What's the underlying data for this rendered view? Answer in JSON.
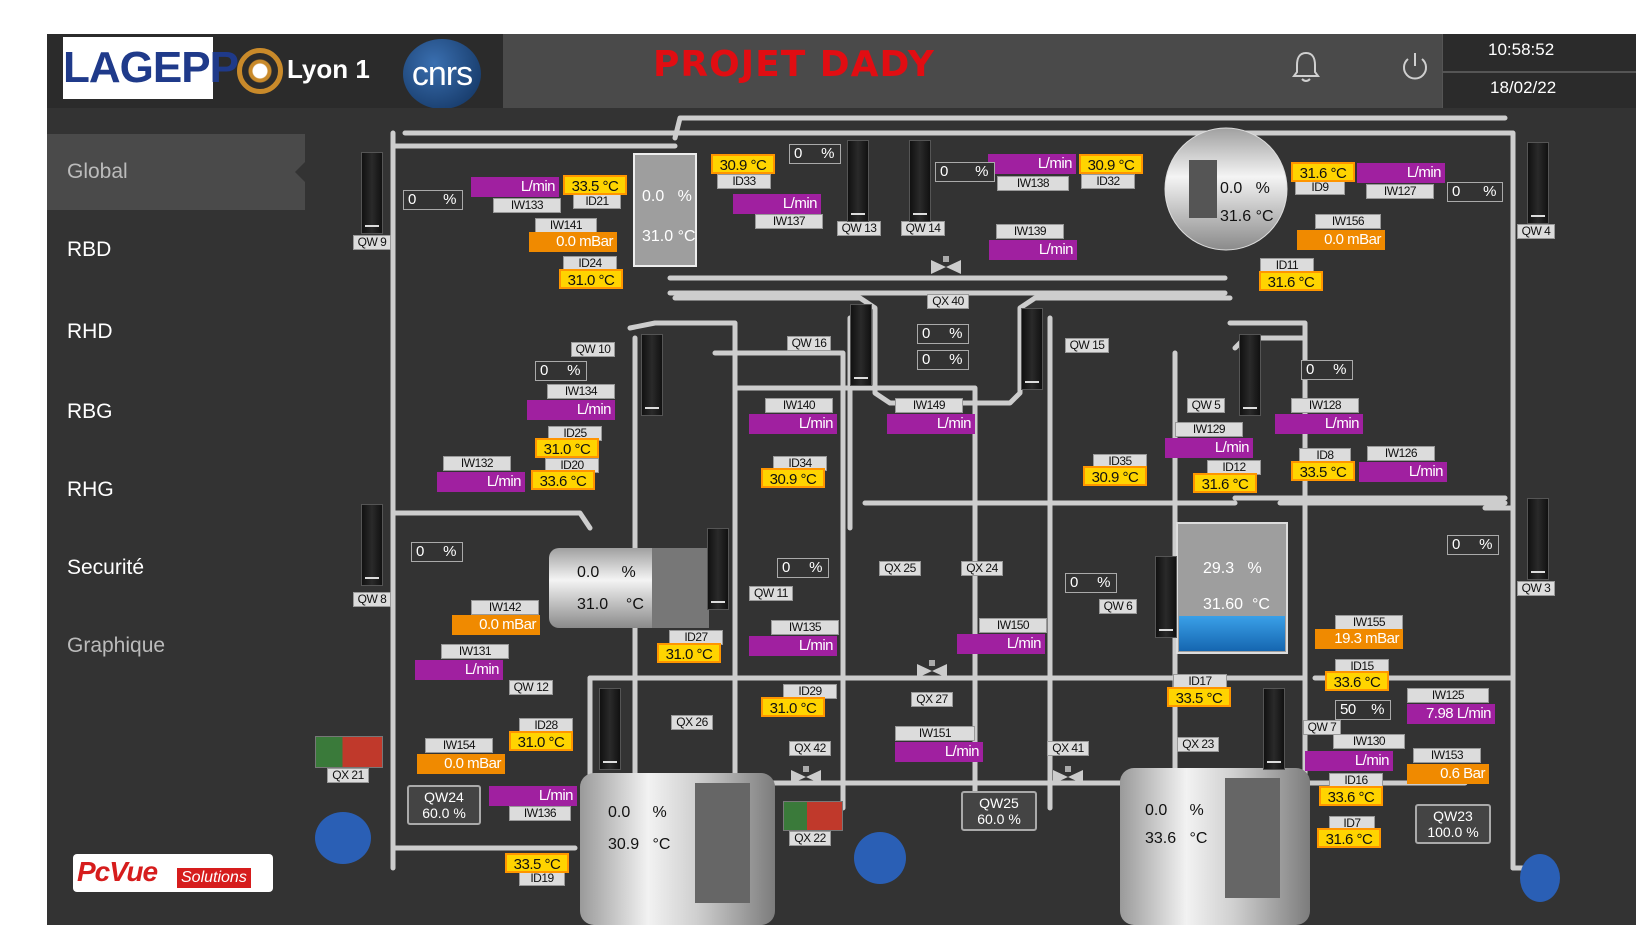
{
  "header": {
    "logos": {
      "lagepp": "LAGEPP",
      "lyon": "Lyon 1",
      "cnrs": "cnrs"
    },
    "project_title": "PROJET DADY",
    "time": "10:58:52",
    "date": "18/02/22",
    "icons": {
      "bell": "bell-icon",
      "power": "power-icon"
    }
  },
  "sidebar": {
    "items": [
      {
        "label": "Global"
      },
      {
        "label": "RBD"
      },
      {
        "label": "RHD"
      },
      {
        "label": "RBG"
      },
      {
        "label": "RHG"
      },
      {
        "label": "Securité"
      },
      {
        "label": "Graphique"
      }
    ],
    "brand": {
      "main": "PcVue",
      "sub": "Solutions"
    }
  },
  "colors": {
    "flow": "#a020a0",
    "temp": "#ffd400",
    "pressure": "#f08a00",
    "pipe": "#c8c8c8",
    "title": "#e10d12"
  },
  "tanks": {
    "t1": {
      "pct": "0.0",
      "pct_unit": "%",
      "temp": "31.0 °C"
    },
    "t2": {
      "pct": "0.0",
      "pct_unit": "%",
      "temp": "31.6",
      "temp_unit": "°C"
    },
    "t3": {
      "pct": "0.0",
      "pct_unit": "%",
      "temp": "31.0",
      "temp_unit": "°C"
    },
    "t4": {
      "pct": "29.3",
      "pct_unit": "%",
      "temp": "31.60",
      "temp_unit": "°C"
    },
    "t5": {
      "pct": "0.0",
      "pct_unit": "%",
      "temp": "30.9",
      "temp_unit": "°C"
    },
    "t6": {
      "pct": "0.0",
      "pct_unit": "%",
      "temp": "33.6",
      "temp_unit": "°C"
    }
  },
  "flows": [
    {
      "tag": "IW133",
      "value": "L/min"
    },
    {
      "tag": "IW137",
      "value": "L/min"
    },
    {
      "tag": "IW138",
      "value": "L/min"
    },
    {
      "tag": "IW127",
      "value": "L/min"
    },
    {
      "tag": "IW139",
      "value": "L/min"
    },
    {
      "tag": "IW134",
      "value": "L/min"
    },
    {
      "tag": "IW140",
      "value": "L/min"
    },
    {
      "tag": "IW149",
      "value": "L/min"
    },
    {
      "tag": "IW128",
      "value": "L/min"
    },
    {
      "tag": "IW129",
      "value": "L/min"
    },
    {
      "tag": "IW132",
      "value": "L/min"
    },
    {
      "tag": "IW126",
      "value": "L/min"
    },
    {
      "tag": "IW135",
      "value": "L/min"
    },
    {
      "tag": "IW150",
      "value": "L/min"
    },
    {
      "tag": "IW131",
      "value": "L/min"
    },
    {
      "tag": "IW125",
      "value": "7.98 L/min"
    },
    {
      "tag": "IW151",
      "value": "L/min"
    },
    {
      "tag": "IW130",
      "value": "L/min"
    },
    {
      "tag": "IW136",
      "value": "L/min"
    }
  ],
  "temps": [
    {
      "tag": "ID21",
      "value": "33.5 °C"
    },
    {
      "tag": "ID33",
      "value": "30.9 °C"
    },
    {
      "tag": "ID32",
      "value": "30.9 °C"
    },
    {
      "tag": "ID9",
      "value": "31.6 °C"
    },
    {
      "tag": "ID24",
      "value": "31.0 °C"
    },
    {
      "tag": "ID11",
      "value": "31.6 °C"
    },
    {
      "tag": "ID25",
      "value": "31.0 °C"
    },
    {
      "tag": "ID20",
      "value": "33.6 °C"
    },
    {
      "tag": "ID34",
      "value": "30.9 °C"
    },
    {
      "tag": "ID35",
      "value": "30.9 °C"
    },
    {
      "tag": "ID12",
      "value": "31.6 °C"
    },
    {
      "tag": "ID8",
      "value": "33.5 °C"
    },
    {
      "tag": "ID27",
      "value": "31.0 °C"
    },
    {
      "tag": "ID15",
      "value": "33.6 °C"
    },
    {
      "tag": "ID17",
      "value": "33.5 °C"
    },
    {
      "tag": "ID29",
      "value": "31.0 °C"
    },
    {
      "tag": "ID28",
      "value": "31.0 °C"
    },
    {
      "tag": "ID16",
      "value": "33.6 °C"
    },
    {
      "tag": "ID7",
      "value": "31.6 °C"
    },
    {
      "tag": "ID19",
      "value": "33.5 °C"
    }
  ],
  "pressures": [
    {
      "tag": "IW141",
      "value": "0.0  mBar"
    },
    {
      "tag": "IW156",
      "value": "0.0  mBar"
    },
    {
      "tag": "IW142",
      "value": "0.0  mBar"
    },
    {
      "tag": "IW155",
      "value": "19.3 mBar"
    },
    {
      "tag": "IW154",
      "value": "0.0  mBar"
    },
    {
      "tag": "IW153",
      "value": "0.6  Bar"
    }
  ],
  "percent_valves": [
    {
      "value": "0",
      "unit": "%"
    },
    {
      "value": "0",
      "unit": "%"
    },
    {
      "value": "0",
      "unit": "%"
    },
    {
      "value": "0",
      "unit": "%"
    },
    {
      "value": "0",
      "unit": "%"
    },
    {
      "value": "0",
      "unit": "%"
    },
    {
      "value": "0",
      "unit": "%"
    },
    {
      "value": "0",
      "unit": "%"
    },
    {
      "value": "0",
      "unit": "%"
    },
    {
      "value": "0",
      "unit": "%"
    },
    {
      "value": "0",
      "unit": "%"
    },
    {
      "value": "0",
      "unit": "%"
    },
    {
      "value": "50",
      "unit": "%"
    }
  ],
  "meters": {
    "qw9": "QW 9",
    "qw13": "QW 13",
    "qw14": "QW 14",
    "qw4": "QW 4",
    "qw10": "QW 10",
    "qw16": "QW 16",
    "qw15": "QW 15",
    "qw5": "QW 5",
    "qw8": "QW 8",
    "qw11": "QW 11",
    "qw6": "QW 6",
    "qw3": "QW 3",
    "qw12": "QW 12",
    "qw7": "QW 7"
  },
  "valves": {
    "qx40": "QX 40",
    "qx25": "QX 25",
    "qx24": "QX 24",
    "qx27": "QX 27",
    "qx26": "QX 26",
    "qx23": "QX 23",
    "qx42": "QX 42",
    "qx41": "QX 41",
    "qx21": "QX 21",
    "qx22": "QX 22"
  },
  "setpoints": [
    {
      "tag": "QW24",
      "value": "60.0 %"
    },
    {
      "tag": "QW25",
      "value": "60.0 %"
    },
    {
      "tag": "QW23",
      "value": "100.0 %"
    }
  ]
}
